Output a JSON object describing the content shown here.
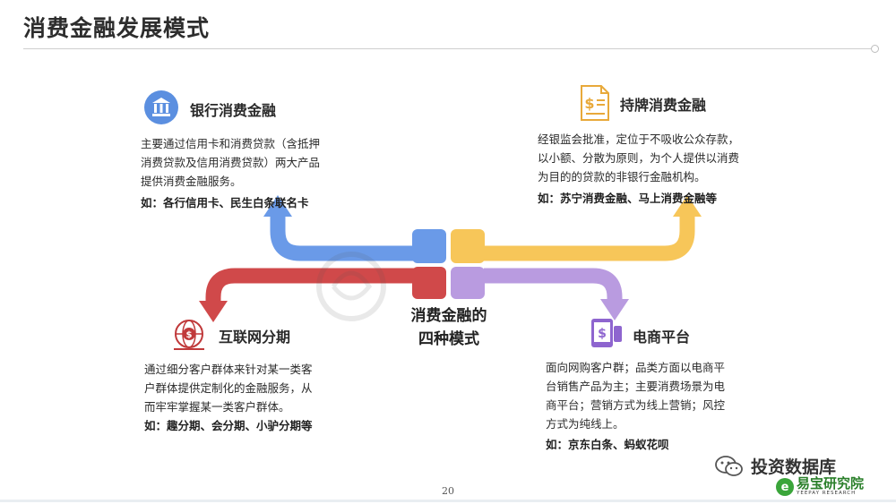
{
  "page": {
    "title": "消费金融发展模式",
    "page_number": "20"
  },
  "center": {
    "label_line1": "消费金融的",
    "label_line2": "四种模式"
  },
  "quadrants": {
    "bank": {
      "heading": "银行消费金融",
      "body": [
        "主要通过信用卡和消费贷款（含抵押",
        "消费贷款及信用消费贷款）两大产品",
        "提供消费金融服务。"
      ],
      "example": "如：各行信用卡、民生白条联名卡",
      "color": "#6a9ae8",
      "icon": "bank-icon"
    },
    "licensed": {
      "heading": "持牌消费金融",
      "body": [
        "经银监会批准，定位于不吸收公众存款，",
        "以小额、分散为原则，为个人提供以消费",
        "为目的的贷款的非银行金融机构。"
      ],
      "example": "如：苏宁消费金融、马上消费金融等",
      "color": "#f7c659",
      "icon": "dollar-document-icon"
    },
    "installment": {
      "heading": "互联网分期",
      "body": [
        "通过细分客户群体来针对某一类客",
        "户群体提供定制化的金融服务，从",
        "而牢牢掌握某一类客户群体。"
      ],
      "example": "如：趣分期、会分期、小驴分期等",
      "color": "#d0494a",
      "icon": "globe-dollar-icon"
    },
    "ecommerce": {
      "heading": "电商平台",
      "body": [
        "面向网购客户群；品类方面以电商平",
        "台销售产品为主；主要消费场景为电",
        "商平台；营销方式为线上营销；风控",
        "方式为纯线上。"
      ],
      "example": "如：京东白条、蚂蚁花呗",
      "color": "#b99be0",
      "icon": "mobile-dollar-icon"
    }
  },
  "watermark": {
    "wechat_label": "投资数据库",
    "brand_name": "易宝研究院",
    "brand_sub": "YEEPAY RESEARCH",
    "brand_mark": "e"
  }
}
